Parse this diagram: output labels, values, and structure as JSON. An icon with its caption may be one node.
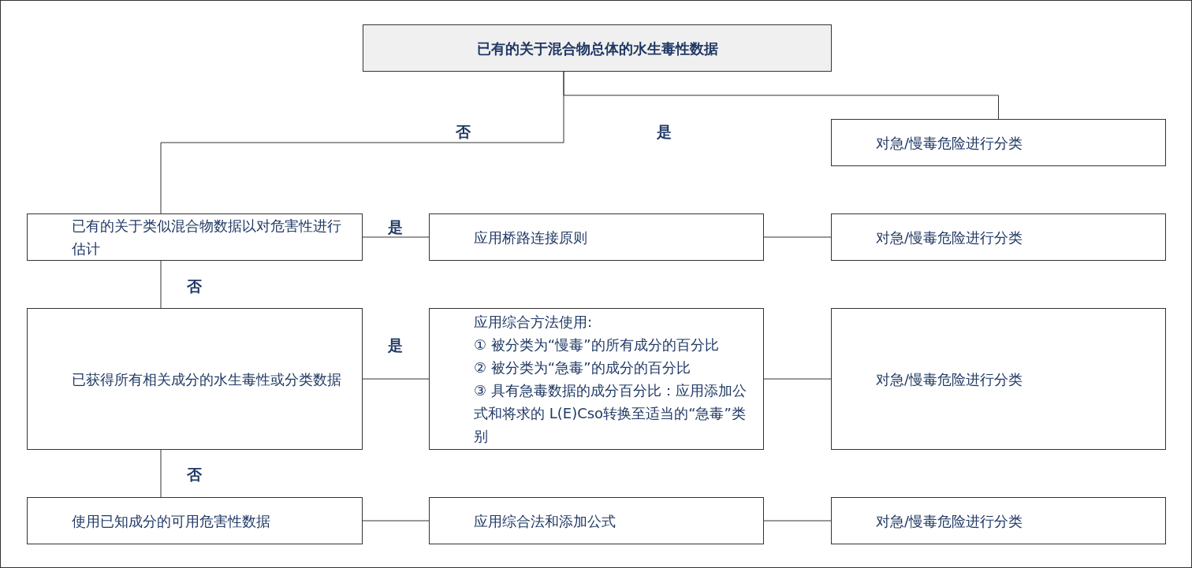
{
  "diagram": {
    "nodes": [
      {
        "text": [
          "已有的关于混合物总体的水生毒性数据"
        ]
      },
      {
        "text": [
          "对急/慢毒危险进行分类"
        ]
      },
      {
        "text": [
          "已有的关于类似混合物数据以对危害性进行估计"
        ]
      },
      {
        "text": [
          "应用桥路连接原则"
        ]
      },
      {
        "text": [
          "对急/慢毒危险进行分类"
        ]
      },
      {
        "text": [
          "已获得所有相关成分的水生毒性或分类数据"
        ]
      },
      {
        "text": [
          "应用综合方法使用:",
          "① 被分类为“慢毒”的所有成分的百分比",
          "② 被分类为“急毒”的成分的百分比",
          "③ 具有急毒数据的成分百分比：应用添加公式和将求的 L(E)Cso转换至适当的“急毒”类别"
        ]
      },
      {
        "text": [
          "对急/慢毒危险进行分类"
        ]
      },
      {
        "text": [
          "使用已知成分的可用危害性数据"
        ]
      },
      {
        "text": [
          "应用综合法和添加公式"
        ]
      },
      {
        "text": [
          "对急/慢毒危险进行分类"
        ]
      }
    ],
    "edges": [
      {
        "from": 0,
        "to": 2,
        "arrow": "none",
        "label": "否"
      },
      {
        "from": 0,
        "to": 1,
        "arrow": "none",
        "label": "是"
      },
      {
        "from": 2,
        "to": 3,
        "arrow": "none",
        "label": "是"
      },
      {
        "from": 3,
        "to": 4,
        "arrow": "none"
      },
      {
        "from": 2,
        "to": 5,
        "arrow": "none",
        "label": "否"
      },
      {
        "from": 5,
        "to": 6,
        "arrow": "none",
        "label": "是"
      },
      {
        "from": 6,
        "to": 7,
        "arrow": "none"
      },
      {
        "from": 5,
        "to": 8,
        "arrow": "none",
        "label": "否"
      },
      {
        "from": 8,
        "to": 9,
        "arrow": "none"
      },
      {
        "from": 9,
        "to": 10,
        "arrow": "none"
      }
    ]
  }
}
